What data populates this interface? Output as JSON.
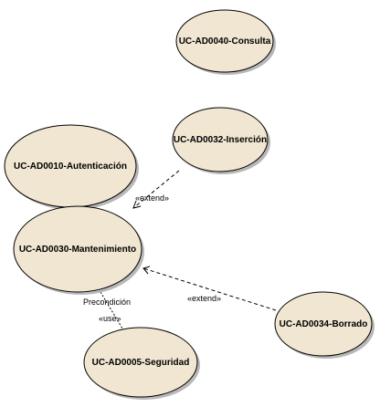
{
  "colors": {
    "usecase_fill": "#F1E6D2",
    "usecase_stroke": "#000000",
    "shadow": "#B8B8B8",
    "connector": "#000000"
  },
  "usecases": [
    {
      "id": "uc-ad0040",
      "label": "UC-AD0040-Consulta"
    },
    {
      "id": "uc-ad0032",
      "label": "UC-AD0032-Inserción"
    },
    {
      "id": "uc-ad0010",
      "label": "UC-AD0010-Autenticación"
    },
    {
      "id": "uc-ad0030",
      "label": "UC-AD0030-Mantenimiento"
    },
    {
      "id": "uc-ad0034",
      "label": "UC-AD0034-Borrado"
    },
    {
      "id": "uc-ad0005",
      "label": "UC-AD0005-Seguridad"
    }
  ],
  "relationships": [
    {
      "id": "extend-insercion",
      "from": "UC-AD0032-Inserción",
      "to": "UC-AD0030-Mantenimiento",
      "stereotype": "«extend»"
    },
    {
      "id": "extend-borrado",
      "from": "UC-AD0034-Borrado",
      "to": "UC-AD0030-Mantenimiento",
      "stereotype": "«extend»"
    },
    {
      "id": "use-seguridad",
      "from": "UC-AD0030-Mantenimiento",
      "to": "UC-AD0005-Seguridad",
      "name": "Precondición",
      "stereotype": "«use»"
    }
  ]
}
